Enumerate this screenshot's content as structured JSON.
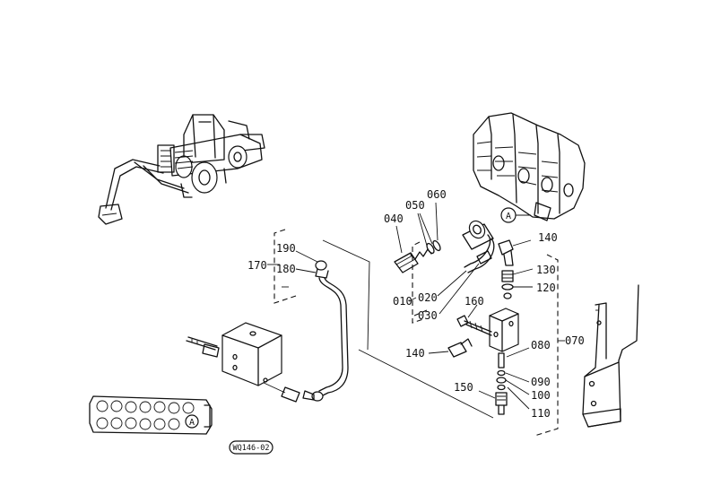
{
  "diagram": {
    "drawing_code": "WQ146-02",
    "reference_mark": "A",
    "part_numbers": {
      "p010": "010",
      "p020": "020",
      "p030": "030",
      "p040": "040",
      "p050": "050",
      "p060": "060",
      "p070": "070",
      "p080": "080",
      "p090": "090",
      "p100": "100",
      "p110": "110",
      "p120": "120",
      "p130": "130",
      "p140a": "140",
      "p140b": "140",
      "p150": "150",
      "p160": "160",
      "p170": "170",
      "p180": "180",
      "p190": "190"
    }
  }
}
